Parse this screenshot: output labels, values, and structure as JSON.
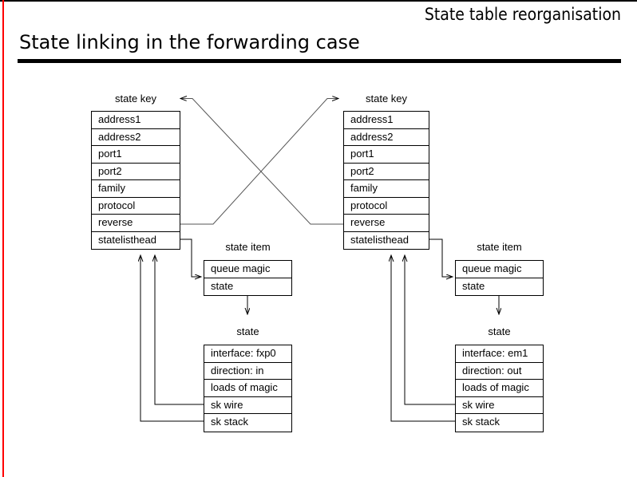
{
  "header": {
    "deck_title": "State table reorganisation",
    "slide_title": "State linking in the forwarding case",
    "accent_color": "#ff0000",
    "rule_color": "#000000"
  },
  "diagram": {
    "left": {
      "state_key": {
        "caption": "state key",
        "rows": [
          "address1",
          "address2",
          "port1",
          "port2",
          "family",
          "protocol",
          "reverse",
          "statelisthead"
        ]
      },
      "state_item": {
        "caption": "state item",
        "rows": [
          "queue magic",
          "state"
        ]
      },
      "state": {
        "caption": "state",
        "rows": [
          "interface: fxp0",
          "direction: in",
          "loads of magic",
          "sk wire",
          "sk stack"
        ]
      }
    },
    "right": {
      "state_key": {
        "caption": "state key",
        "rows": [
          "address1",
          "address2",
          "port1",
          "port2",
          "family",
          "protocol",
          "reverse",
          "statelisthead"
        ]
      },
      "state_item": {
        "caption": "state item",
        "rows": [
          "queue magic",
          "state"
        ]
      },
      "state": {
        "caption": "state",
        "rows": [
          "interface: em1",
          "direction: out",
          "loads of magic",
          "sk wire",
          "sk stack"
        ]
      }
    }
  }
}
